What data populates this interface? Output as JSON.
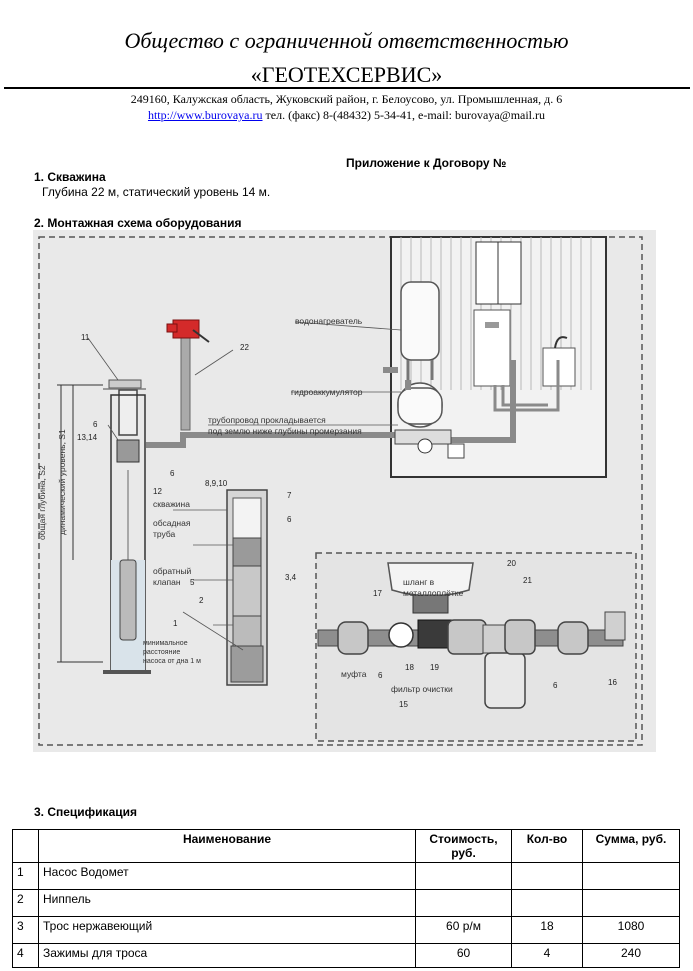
{
  "header": {
    "title_line1": "Общество с ограниченной ответственностью",
    "title_line2": "«ГЕОТЕХСЕРВИС»",
    "address": "249160, Калужская область, Жуковский район, г. Белоусово, ул. Промышленная, д. 6",
    "website": "http://www.burovaya.ru",
    "contacts": "тел. (факс) 8-(48432) 5-34-41,  e-mail: burovaya@mail.ru"
  },
  "appendix": "Приложение к Договору №",
  "section1": {
    "heading": "1. Скважина",
    "text": "Глубина 22 м, статический уровень 14 м."
  },
  "section2": {
    "heading": "2. Монтажная схема оборудования"
  },
  "scheme_labels": {
    "water_heater": "водонагреватель",
    "accumulator": "гидроаккумулятор",
    "pipeline_1": "трубопровод прокладывается",
    "pipeline_2": "под землю ниже глубины промерзания",
    "well": "скважина",
    "casing_1": "обсадная",
    "casing_2": "труба",
    "check_valve_1": "обратный",
    "check_valve_2": "клапан",
    "total_depth": "общая глубина, S2",
    "dynamic_level": "динамический уровень, S1",
    "min_distance_1": "минимальное",
    "min_distance_2": "расстояние",
    "min_distance_3": "насоса от дна 1 м",
    "hose_1": "шланг в",
    "hose_2": "металлоплётке",
    "coupling": "муфта",
    "filter": "фильтр очистки",
    "n11": "11",
    "n22": "22",
    "n6a": "6",
    "n1314": "13,14",
    "n6b": "6",
    "n12": "12",
    "n8910": "8,9,10",
    "n7": "7",
    "n6c": "6",
    "n5": "5",
    "n34": "3,4",
    "n2": "2",
    "n1": "1",
    "n20": "20",
    "n21": "21",
    "n17": "17",
    "n18": "18",
    "n19": "19",
    "n6d": "6",
    "n6e": "6",
    "n15": "15",
    "n16": "16"
  },
  "section3": {
    "heading": "3. Спецификация",
    "columns": [
      "",
      "Наименование",
      "Стоимость, руб.",
      "Кол-во",
      "Сумма, руб."
    ],
    "rows": [
      {
        "n": "1",
        "name": "Насос Водомет",
        "cost": "",
        "qty": "",
        "sum": ""
      },
      {
        "n": "2",
        "name": "Ниппель",
        "cost": "",
        "qty": "",
        "sum": ""
      },
      {
        "n": "3",
        "name": "Трос нержавеющий",
        "cost": "60 р/м",
        "qty": "18",
        "sum": "1080"
      },
      {
        "n": "4",
        "name": "Зажимы для троса",
        "cost": "60",
        "qty": "4",
        "sum": "240"
      }
    ]
  },
  "colors": {
    "scheme_bg": "#e9e9e9",
    "pipe": "#808080",
    "accent_red": "#d42a2a",
    "link": "#0000ee"
  }
}
